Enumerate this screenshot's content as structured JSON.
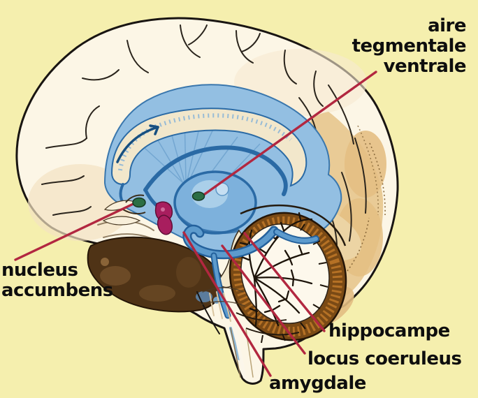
{
  "colors": {
    "background": "#f5efae",
    "leader_line": "#b22740",
    "label_text": "#0e0e0e",
    "limbic_blue": "#93bfe2",
    "limbic_blue_dark": "#2a6aa5",
    "cortex_cream": "#fcf6e6",
    "occipital_tan": "#e9cb96",
    "temporal_brown": "#4f3316",
    "cerebellum_rim_brown": "#7a4a15",
    "amygdala_magenta": "#a81e5e",
    "marker_green": "#2b6e44",
    "outline_black": "#191512"
  },
  "labels": {
    "aire_tegmentale_ventrale": {
      "lines": [
        "aire",
        "tegmentale",
        "ventrale"
      ]
    },
    "nucleus_accumbens": {
      "lines": [
        "nucleus",
        "accumbens"
      ]
    },
    "hippocampe": {
      "text": "hippocampe"
    },
    "locus_coeruleus": {
      "text": "locus coeruleus"
    },
    "amygdale": {
      "text": "amygdale"
    }
  }
}
